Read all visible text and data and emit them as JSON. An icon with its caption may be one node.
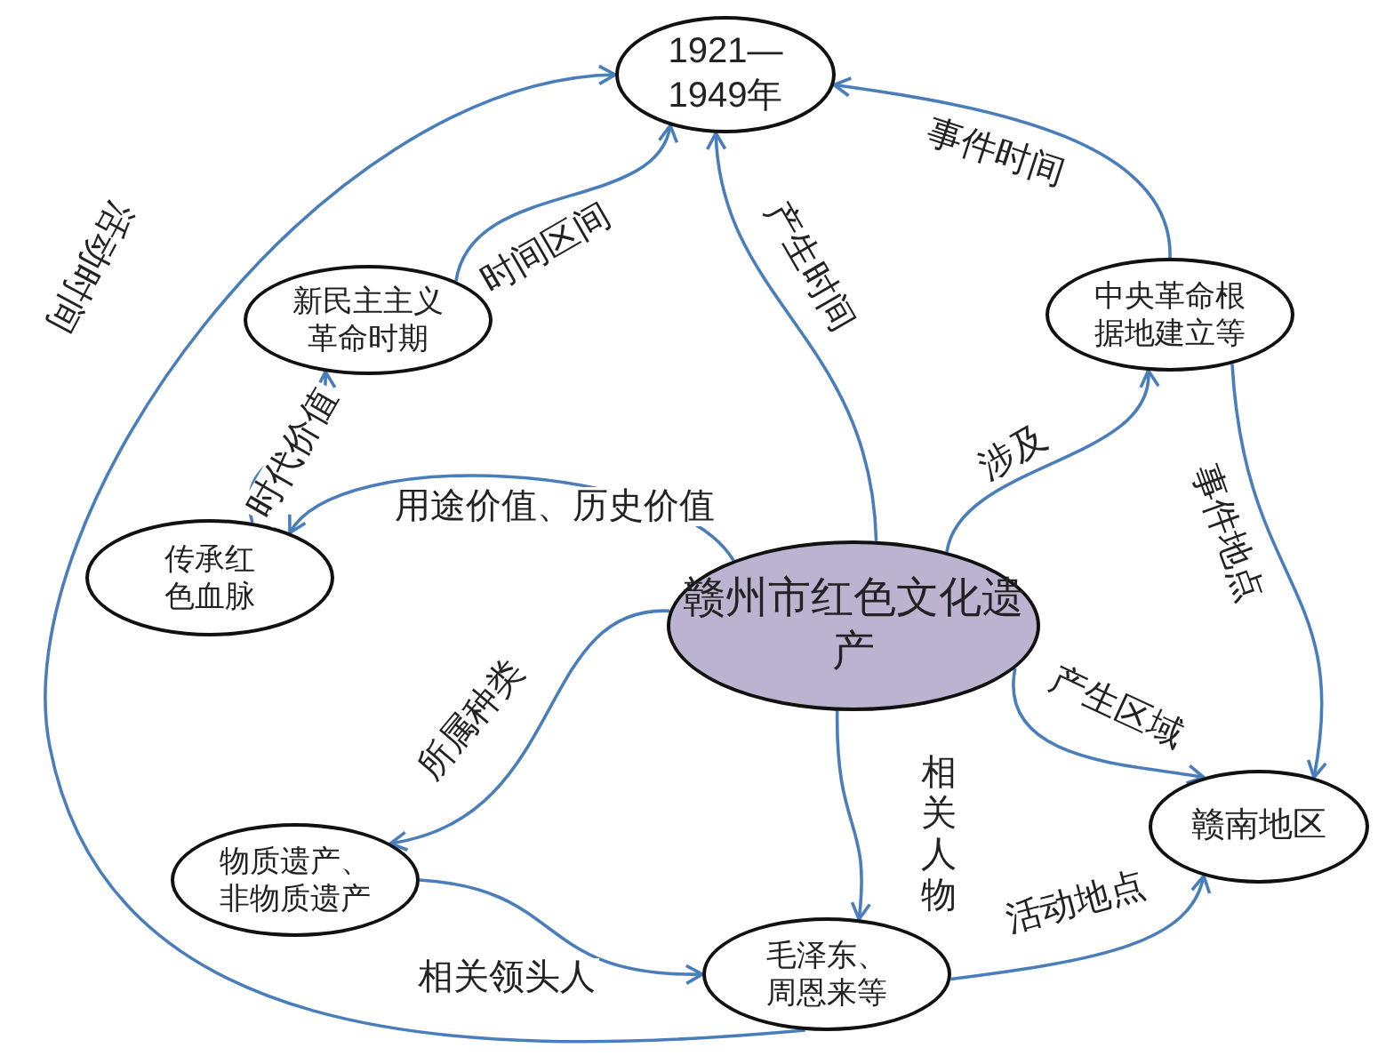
{
  "diagram": {
    "nodes": [
      {
        "text": [
          "1921—1949年"
        ]
      },
      {
        "text": [
          "新民主主义革命时期"
        ]
      },
      {
        "text": [
          "中央革命根据地建立等"
        ]
      },
      {
        "text": [
          "传承红色血脉"
        ]
      },
      {
        "text": [
          "赣州市红色文化遗产"
        ]
      },
      {
        "text": [
          "赣南地区"
        ]
      },
      {
        "text": [
          "物质遗产、非物质遗产"
        ]
      },
      {
        "text": [
          "毛泽东、周恩来等"
        ]
      }
    ],
    "edges": [
      {
        "from": 4,
        "to": 0,
        "arrow": "to",
        "label": "产生时间"
      },
      {
        "from": 1,
        "to": 0,
        "arrow": "to",
        "label": "时间区间"
      },
      {
        "from": 2,
        "to": 0,
        "arrow": "to",
        "label": "事件时间"
      },
      {
        "from": 3,
        "to": 1,
        "arrow": "to",
        "label": "时代价值"
      },
      {
        "from": 4,
        "to": 3,
        "arrow": "to",
        "label": "用途价值、历史价值"
      },
      {
        "from": 4,
        "to": 2,
        "arrow": "to",
        "label": "涉及"
      },
      {
        "from": 2,
        "to": 5,
        "arrow": "to",
        "label": "事件地点"
      },
      {
        "from": 4,
        "to": 5,
        "arrow": "to",
        "label": "产生区域"
      },
      {
        "from": 4,
        "to": 6,
        "arrow": "to",
        "label": "所属种类"
      },
      {
        "from": 4,
        "to": 7,
        "arrow": "to",
        "label": "相关人物"
      },
      {
        "from": 6,
        "to": 7,
        "arrow": "to",
        "label": "相关领头人"
      },
      {
        "from": 7,
        "to": 5,
        "arrow": "to",
        "label": "活动地点"
      },
      {
        "from": 7,
        "to": 0,
        "arrow": "to",
        "label": "活动时间"
      }
    ]
  }
}
